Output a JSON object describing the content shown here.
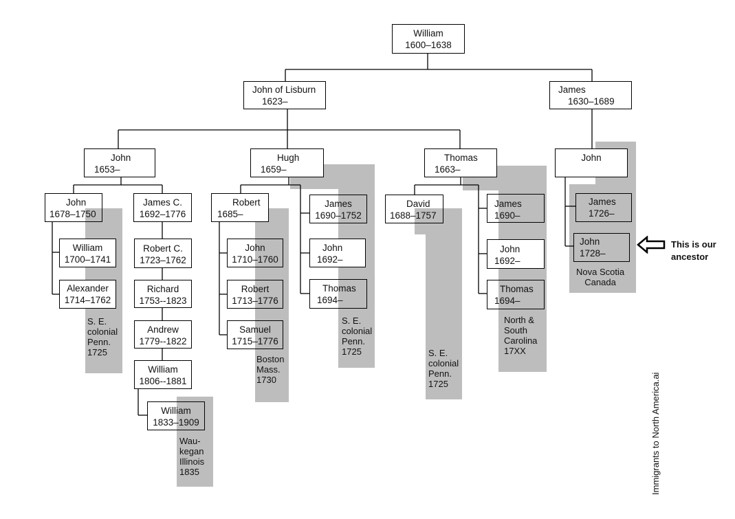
{
  "people": {
    "william_1600": {
      "name": "William",
      "years": "1600–1638"
    },
    "john_lisburn": {
      "name": "John of Lisburn",
      "years": "1623–"
    },
    "james_1630": {
      "name": "James",
      "years": "1630–1689"
    },
    "john_1653": {
      "name": "John",
      "years": "1653–"
    },
    "hugh_1659": {
      "name": "Hugh",
      "years": "1659–"
    },
    "thomas_1663": {
      "name": "Thomas",
      "years": "1663–"
    },
    "john_ns": {
      "name": "John",
      "years": ""
    },
    "john_1678": {
      "name": "John",
      "years": "1678–1750"
    },
    "james_c": {
      "name": "James C.",
      "years": "1692–1776"
    },
    "robert_1685": {
      "name": "Robert",
      "years": "1685–"
    },
    "james_1690_1752": {
      "name": "James",
      "years": "1690–1752"
    },
    "david_1688": {
      "name": "David",
      "years": "1688–1757"
    },
    "james_1690": {
      "name": "James",
      "years": "1690–"
    },
    "james_1726": {
      "name": "James",
      "years": "1726–"
    },
    "william_1700": {
      "name": "William",
      "years": "1700–1741"
    },
    "alexander_1714": {
      "name": "Alexander",
      "years": "1714–1762"
    },
    "robert_c": {
      "name": "Robert C.",
      "years": "1723–1762"
    },
    "richard_1753": {
      "name": "Richard",
      "years": "1753--1823"
    },
    "andrew_1779": {
      "name": "Andrew",
      "years": "1779--1822"
    },
    "william_1806": {
      "name": "William",
      "years": "1806--1881"
    },
    "william_1833": {
      "name": "William",
      "years": "1833–1909"
    },
    "john_1710": {
      "name": "John",
      "years": "1710–1760"
    },
    "robert_1713": {
      "name": "Robert",
      "years": "1713–1776"
    },
    "samuel_1715": {
      "name": "Samuel",
      "years": "1715–1776"
    },
    "john_1692_h": {
      "name": "John",
      "years": "1692–"
    },
    "thomas_1694_h": {
      "name": "Thomas",
      "years": "1694–"
    },
    "john_1692_t": {
      "name": "John",
      "years": "1692–"
    },
    "thomas_1694_t": {
      "name": "Thomas",
      "years": "1694–"
    },
    "john_1728": {
      "name": "John",
      "years": "1728–"
    }
  },
  "regions": {
    "se_penn_john": "S. E.\ncolonial\nPenn.\n1725",
    "boston": "Boston\nMass.\n1730",
    "se_penn_hugh": "S. E.\ncolonial\nPenn.\n1725",
    "se_penn_david": "S. E.\ncolonial\nPenn.\n1725",
    "carolina": "North &\nSouth\nCarolina\n17XX",
    "nova_scotia": "Nova Scotia\nCanada",
    "waukegan": "Wau-\nkegan\nIllinois\n1835"
  },
  "annotation": {
    "ancestor_note": "This is our\nancestor",
    "arrow_icon": "left-arrow-icon"
  },
  "credit": "Immigrants to North America.ai",
  "colors": {
    "shade": "#bdbdbd",
    "line": "#000000"
  }
}
